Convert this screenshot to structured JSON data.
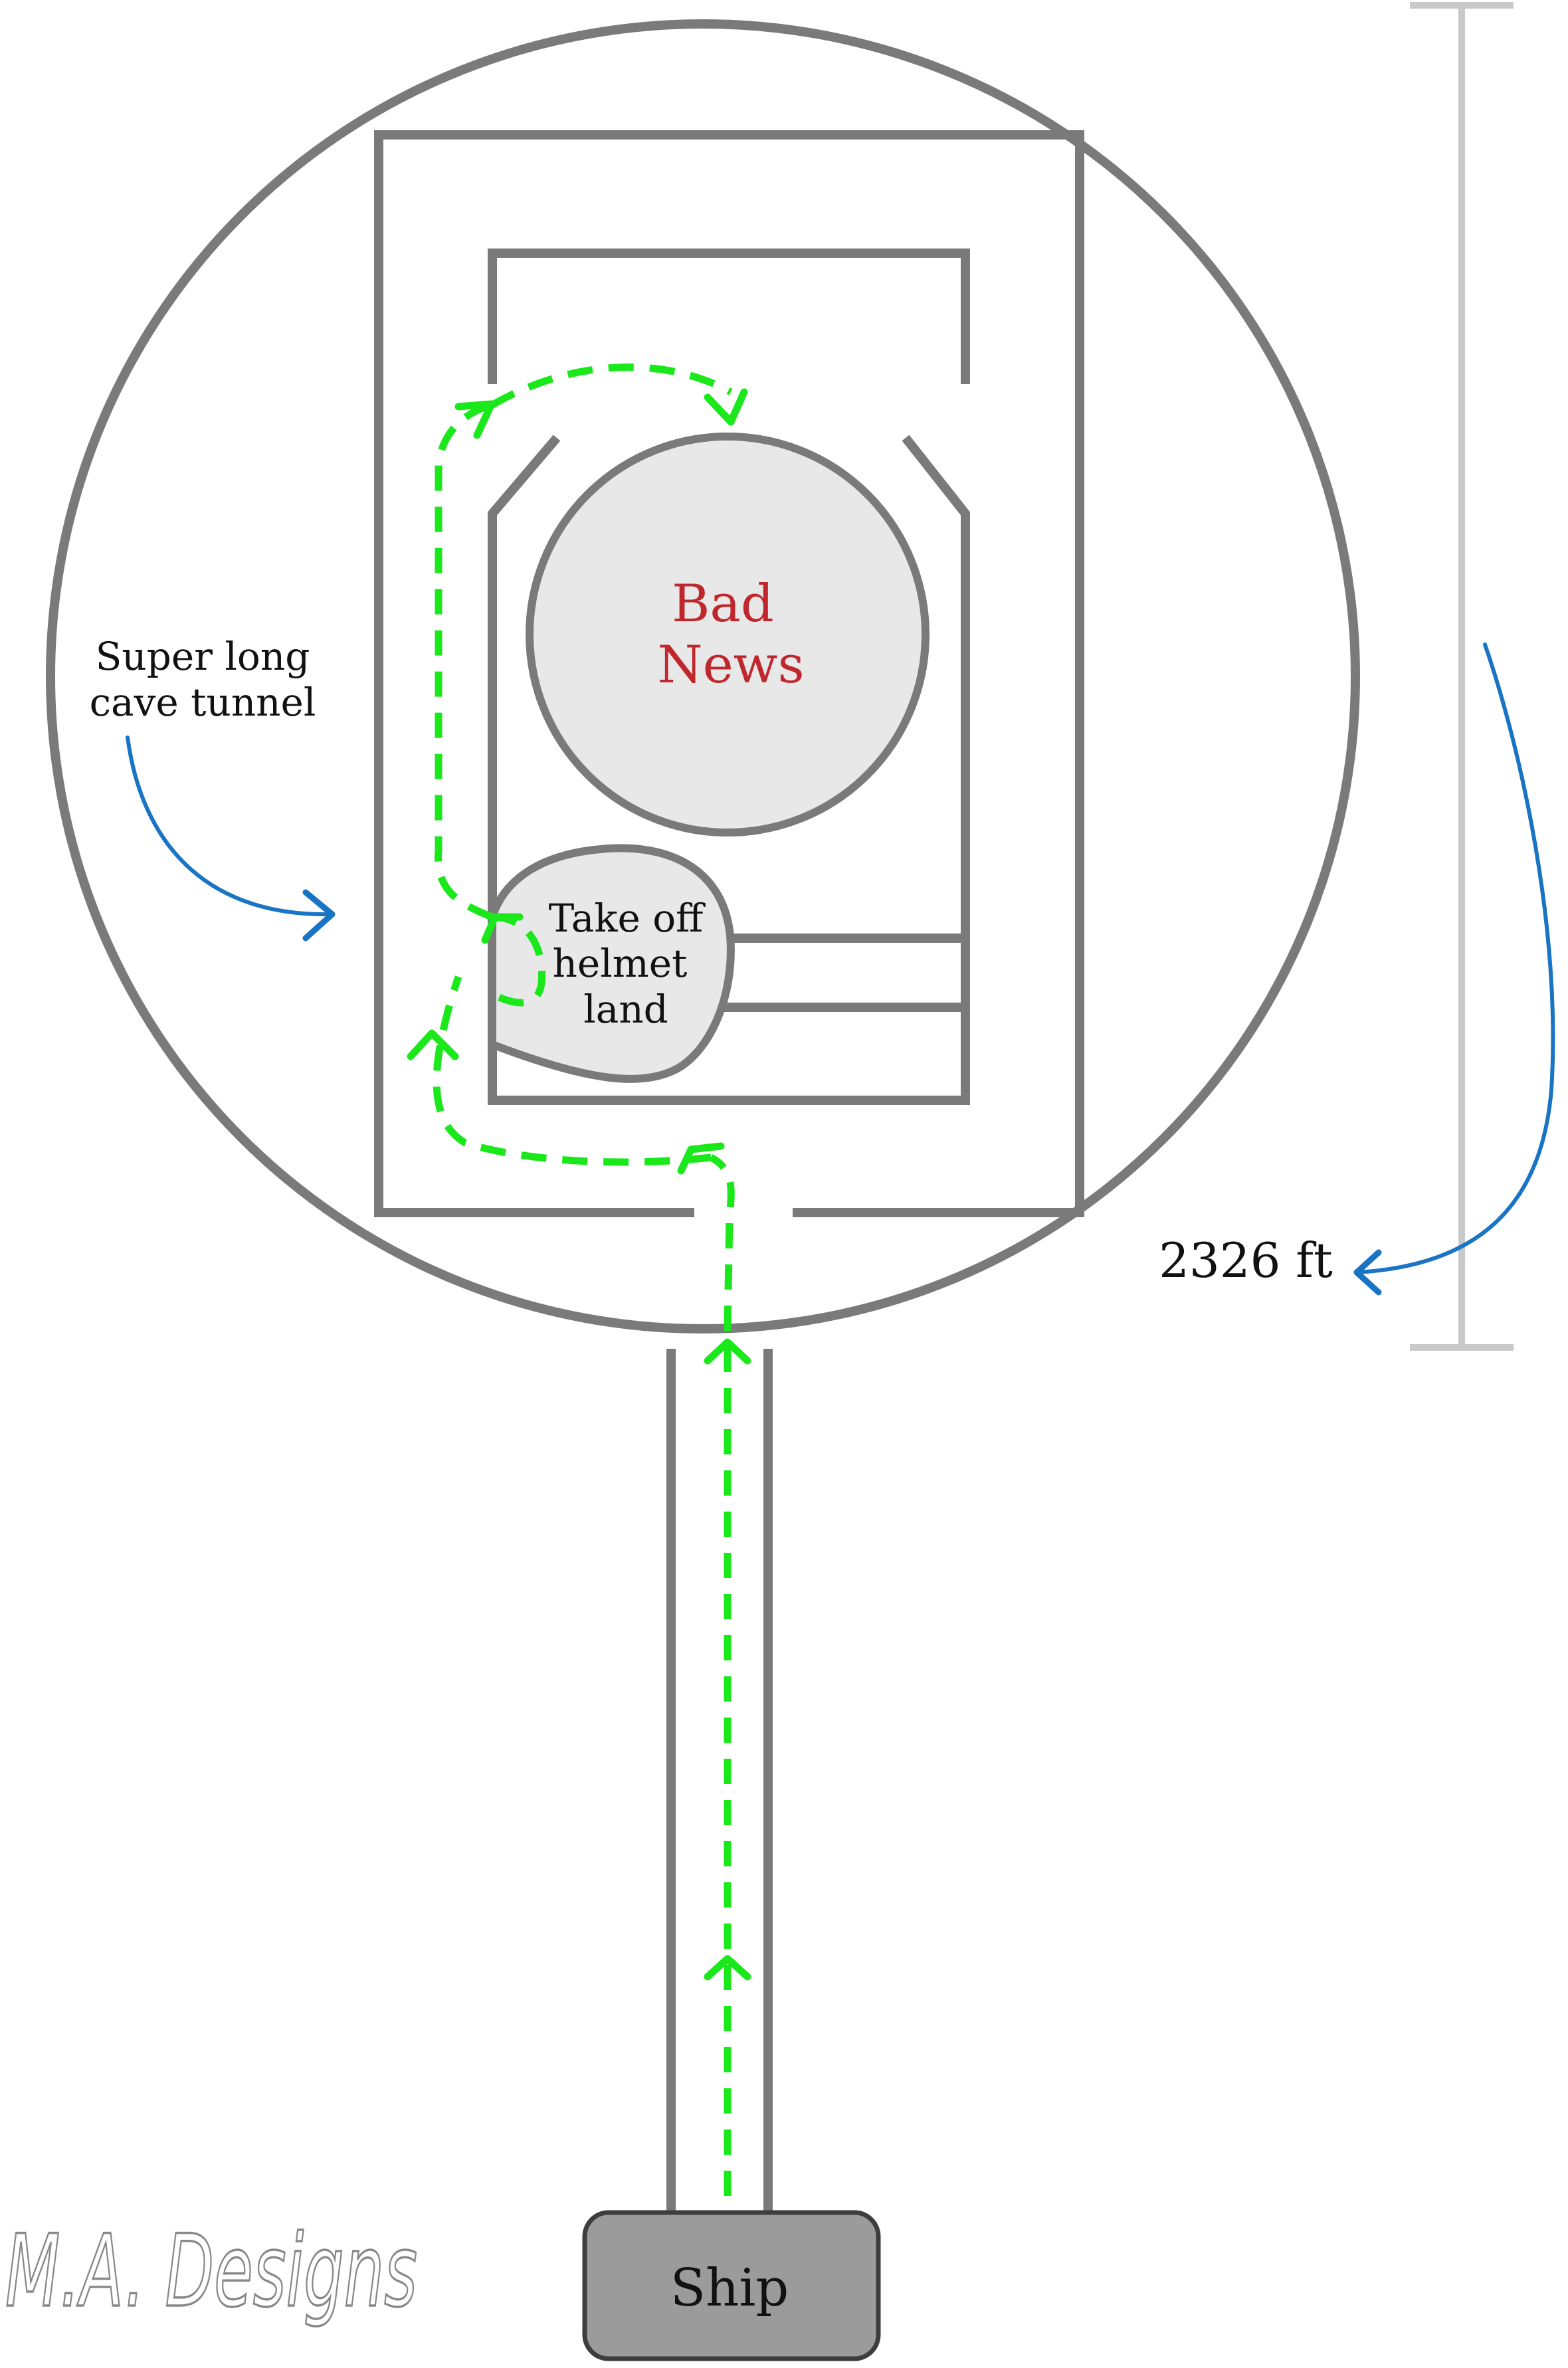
{
  "labels": {
    "bad_news_line1": "Bad",
    "bad_news_line2": "News",
    "helmet_line1": "Take off",
    "helmet_line2": "helmet",
    "helmet_line3": "land",
    "tunnel_line1": "Super long",
    "tunnel_line2": "cave tunnel",
    "distance": "2326 ft",
    "ship": "Ship",
    "signature": "M.A. Designs"
  },
  "colors": {
    "walls": "#7a7a7a",
    "chamber_fill": "#e8e8e8",
    "route": "#1be81b",
    "annotation": "#1a74c4",
    "scale_bar": "#c9c9c9",
    "bad_news_text": "#c0272d",
    "ship_fill": "#9b9b9b"
  }
}
